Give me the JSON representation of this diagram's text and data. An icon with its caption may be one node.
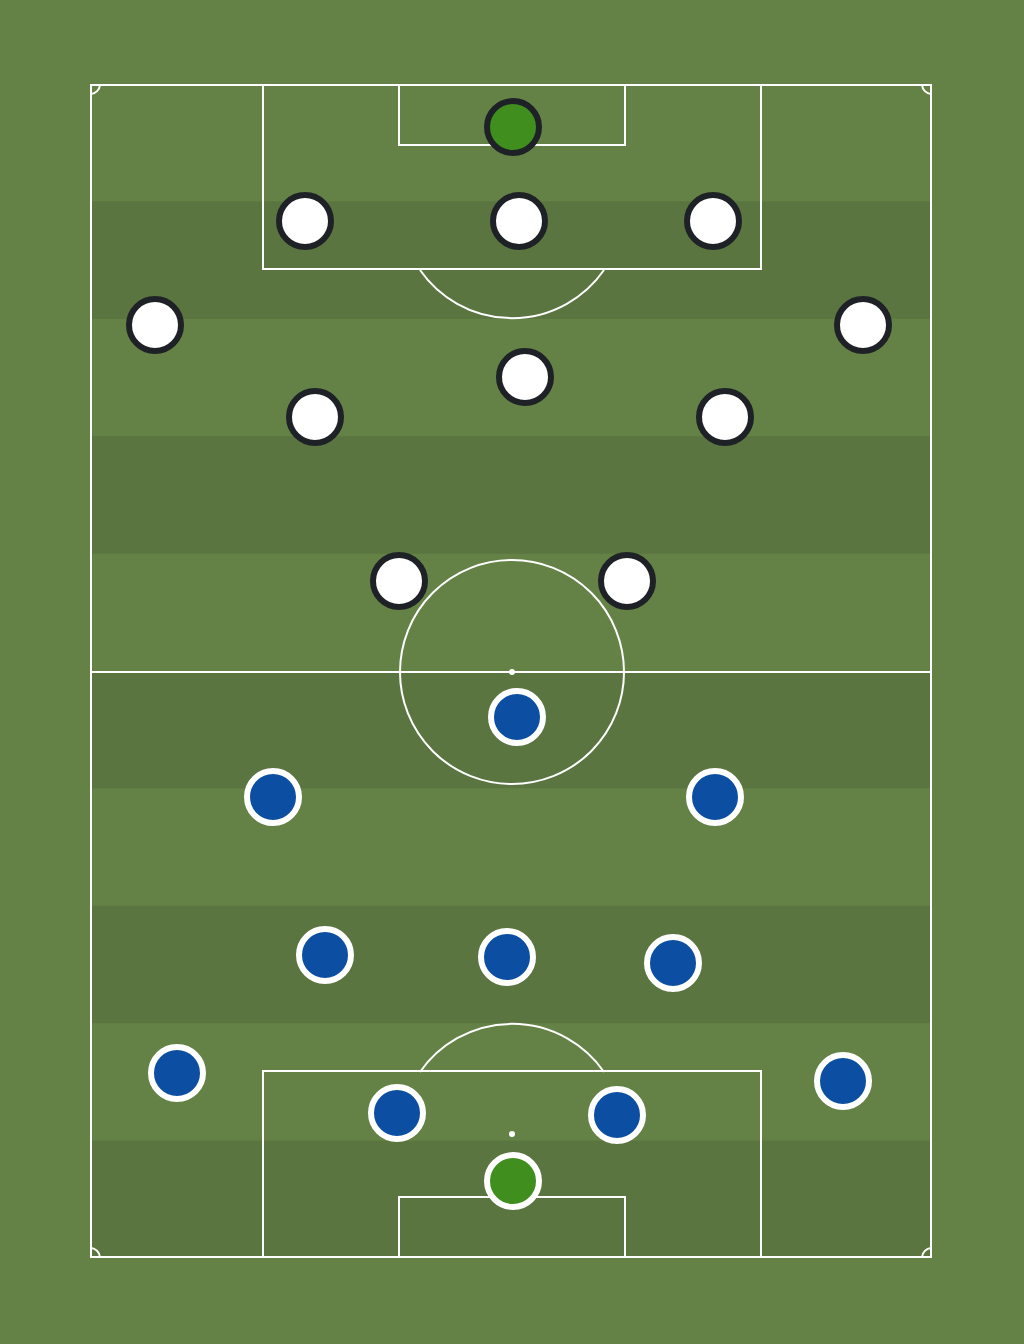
{
  "diagram": {
    "nodes": [
      {
        "text": [],
        "shape": "circle"
      },
      {
        "text": [],
        "shape": "circle"
      },
      {
        "text": [],
        "shape": "circle"
      },
      {
        "text": [],
        "shape": "circle"
      },
      {
        "text": [],
        "shape": "circle"
      },
      {
        "text": [],
        "shape": "circle"
      },
      {
        "text": [],
        "shape": "circle"
      },
      {
        "text": [],
        "shape": "circle"
      },
      {
        "text": [],
        "shape": "circle"
      },
      {
        "text": [],
        "shape": "circle"
      },
      {
        "text": [],
        "shape": "circle"
      },
      {
        "text": [],
        "shape": "circle"
      },
      {
        "text": [],
        "shape": "circle"
      },
      {
        "text": [],
        "shape": "circle"
      },
      {
        "text": [],
        "shape": "circle"
      },
      {
        "text": [],
        "shape": "circle"
      },
      {
        "text": [],
        "shape": "circle"
      },
      {
        "text": [],
        "shape": "circle"
      },
      {
        "text": [],
        "shape": "circle"
      },
      {
        "text": [],
        "shape": "circle"
      },
      {
        "text": [],
        "shape": "circle"
      },
      {
        "text": [],
        "shape": "circle"
      }
    ]
  }
}
